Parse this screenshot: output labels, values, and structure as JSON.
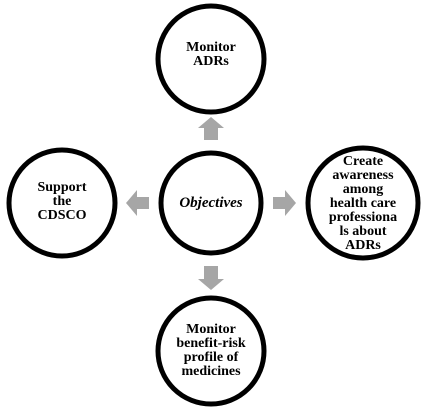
{
  "diagram": {
    "center": {
      "label": "Objectives"
    },
    "nodes": {
      "top": {
        "label": "Monitor\nADRs"
      },
      "left": {
        "label": "Support\nthe\nCDSCO"
      },
      "right": {
        "label": "Create\nawareness\namong\nhealth care\nprofessiona\nls about\nADRs"
      },
      "bottom": {
        "label": "Monitor\nbenefit-risk\nprofile of\nmedicines"
      }
    },
    "colors": {
      "circle_fill": "#ffffff",
      "circle_stroke": "#000000",
      "arrow_fill": "#a6a6a6"
    }
  }
}
